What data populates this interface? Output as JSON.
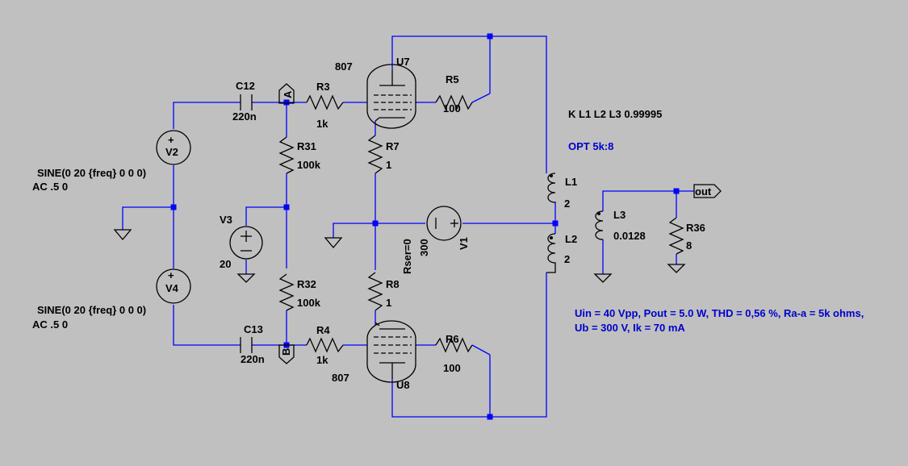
{
  "colors": {
    "background": "#c0c0c0",
    "wire": "#0000ff",
    "component": "#000000",
    "directive": "#0000cc"
  },
  "components": {
    "c12": {
      "name": "C12",
      "value": "220n"
    },
    "c13": {
      "name": "C13",
      "value": "220n"
    },
    "r3": {
      "name": "R3",
      "value": "1k"
    },
    "r4": {
      "name": "R4",
      "value": "1k"
    },
    "r5": {
      "name": "R5",
      "value": "100"
    },
    "r6": {
      "name": "R6",
      "value": "100"
    },
    "r7": {
      "name": "R7",
      "value": "1"
    },
    "r8": {
      "name": "R8",
      "value": "1"
    },
    "r31": {
      "name": "R31",
      "value": "100k"
    },
    "r32": {
      "name": "R32",
      "value": "100k"
    },
    "r36": {
      "name": "R36",
      "value": "8"
    },
    "u7": {
      "name": "U7",
      "value": "807"
    },
    "u8": {
      "name": "U8",
      "value": "807"
    },
    "v1": {
      "name": "V1",
      "value": "300",
      "extra": "Rser=0"
    },
    "v2": {
      "name": "V2",
      "value_line1": "SINE(0 20 {freq} 0 0 0)",
      "value_line2": "AC .5 0"
    },
    "v3": {
      "name": "V3",
      "value": "20"
    },
    "v4": {
      "name": "V4",
      "value_line1": "SINE(0 20 {freq} 0 0 0)",
      "value_line2": "AC .5 0"
    },
    "l1": {
      "name": "L1",
      "value": "2"
    },
    "l2": {
      "name": "L2",
      "value": "2"
    },
    "l3": {
      "name": "L3",
      "value": "0.0128"
    }
  },
  "net_labels": {
    "a": "A",
    "b": "B",
    "out": "out"
  },
  "directives": {
    "coupling": "K L1 L2 L3  0.99995",
    "opt": "OPT 5k:8",
    "note_line1": "Uin = 40 Vpp, Pout = 5.0 W, THD = 0,56 %, Ra-a = 5k ohms,",
    "note_line2": "Ub = 300 V, Ik = 70 mA"
  }
}
